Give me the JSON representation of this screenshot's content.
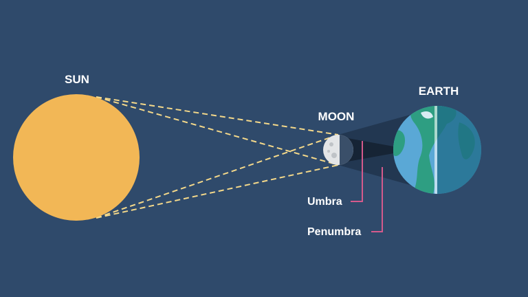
{
  "labels": {
    "sun": "SUN",
    "moon": "MOON",
    "earth": "EARTH",
    "umbra": "Umbra",
    "penumbra": "Penumbra"
  },
  "colors": {
    "background": "#2f4a6b",
    "sun": "#f2b756",
    "sun_rays": "#f5d98a",
    "moon": "#d6d9dc",
    "earth_ocean": "#5aa8d6",
    "earth_land": "#2e9e82",
    "earth_night": "#1d6a86",
    "umbra": "#162435",
    "penumbra": "#223751",
    "pointer": "#d65a8c",
    "text": "#ffffff"
  }
}
